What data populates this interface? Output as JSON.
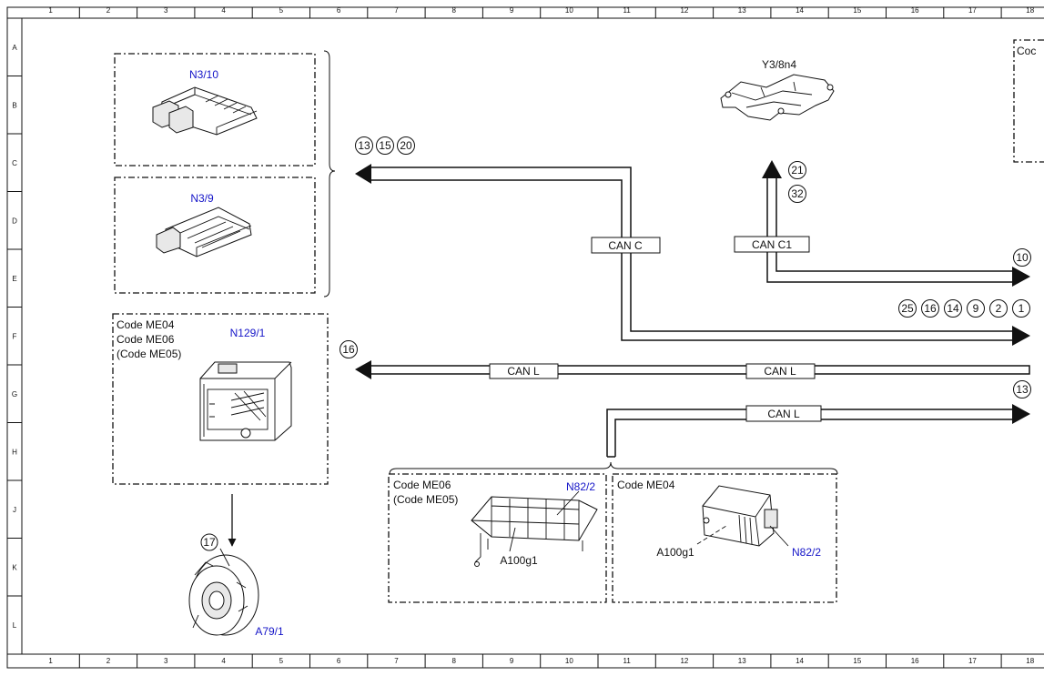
{
  "ruler": {
    "columns": [
      "1",
      "2",
      "3",
      "4",
      "5",
      "6",
      "7",
      "8",
      "9",
      "10",
      "11",
      "12",
      "13",
      "14",
      "15",
      "16",
      "17",
      "18"
    ],
    "rows": [
      "A",
      "B",
      "C",
      "D",
      "E",
      "F",
      "G",
      "H",
      "J",
      "K",
      "L"
    ]
  },
  "components": {
    "n3_10": "N3/10",
    "n3_9": "N3/9",
    "n129_1": "N129/1",
    "y3_8n4": "Y3/8n4",
    "a79_1": "A79/1",
    "n82_2_left": "N82/2",
    "n82_2_right": "N82/2",
    "a100g1_left": "A100g1",
    "a100g1_right": "A100g1"
  },
  "codes": {
    "n129_line1": "Code ME04",
    "n129_line2": "Code ME06",
    "n129_line3": "(Code ME05)",
    "battery_left_line1": "Code ME06",
    "battery_left_line2": "(Code ME05)",
    "battery_right_line1": "Code ME04",
    "top_right_partial": "Coc"
  },
  "bus_labels": {
    "can_c": "CAN C",
    "can_c1": "CAN C1",
    "can_l_left": "CAN L",
    "can_l_right": "CAN L",
    "can_l_lower": "CAN L"
  },
  "refs": {
    "can_c_left": [
      "13",
      "15",
      "20"
    ],
    "can_c1_up": [
      "21",
      "32"
    ],
    "can_c1_right": "10",
    "can_c_right": [
      "25",
      "16",
      "14",
      "9",
      "2",
      "1"
    ],
    "can_l_left": "16",
    "can_l_lower_right": "13",
    "a79": "17"
  }
}
